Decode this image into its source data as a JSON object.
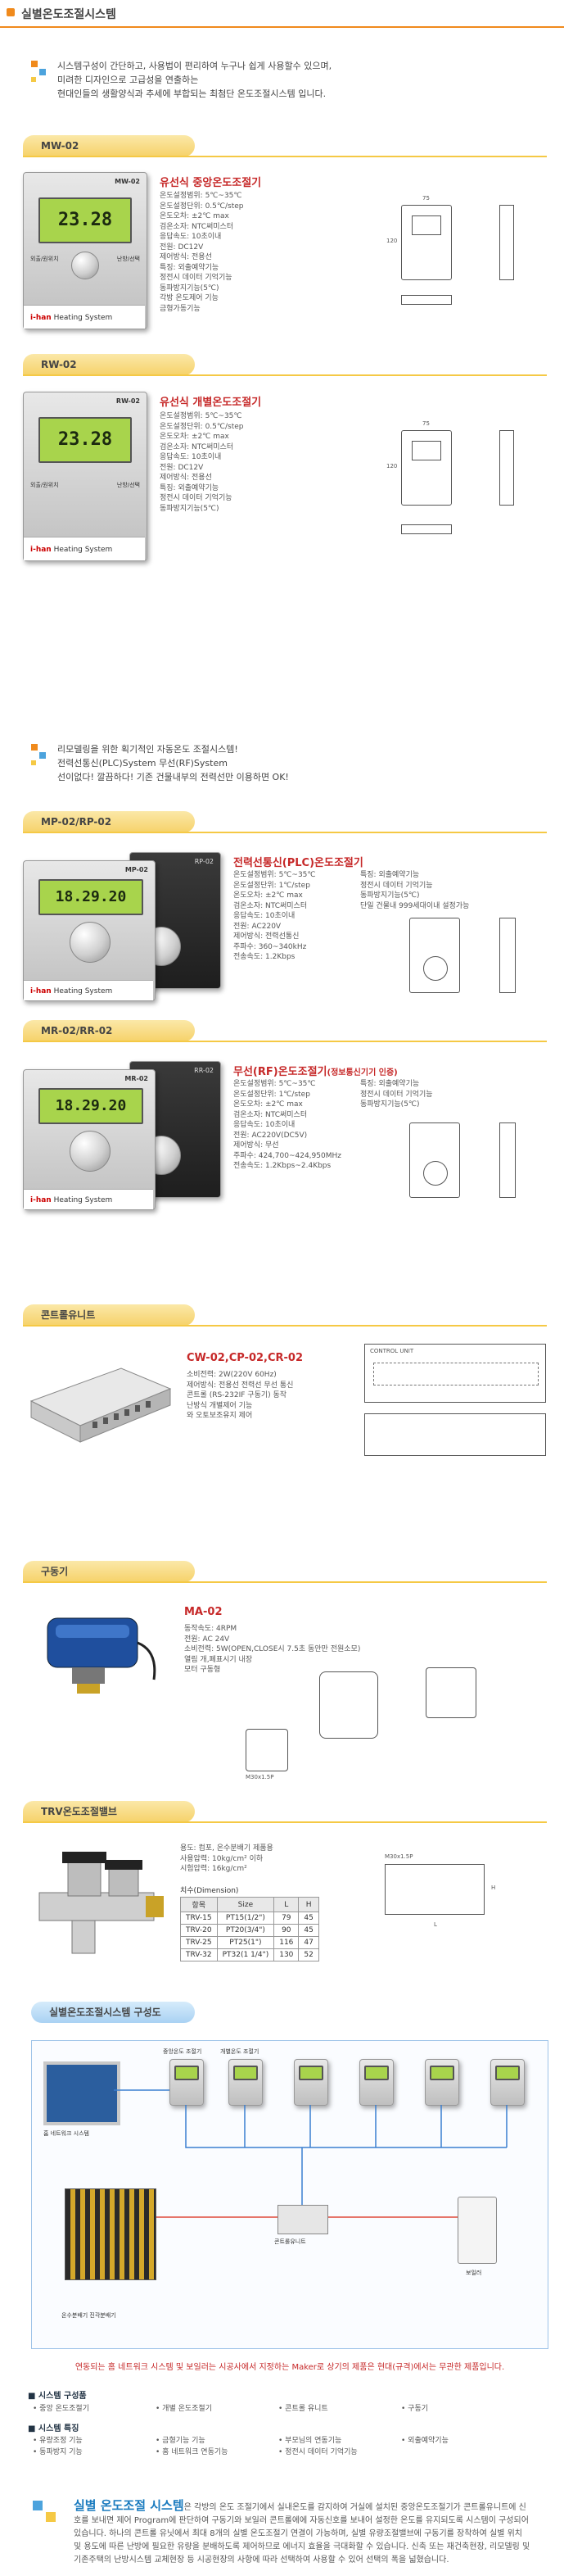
{
  "page": {
    "title": "실별온도조절시스템"
  },
  "intro": {
    "lines": [
      "시스템구성이 간단하고, 사용법이 편리하여 누구나 쉽게 사용할수 있으며,",
      "미려한 디자인으로 고급성을 연출하는",
      "현대인들의 생활양식과 추세에 부합되는 최첨단 온도조절시스템 입니다."
    ]
  },
  "mw": {
    "section": "MW-02",
    "title": "유선식 중앙온도조절기",
    "spec": "온도설정범위: 5℃~35℃\n온도설정단위: 0.5℃/step\n온도오차: ±2℃ max\n검온소자: NTC써미스터\n응답속도: 10초이내\n전원: DC12V\n제어방식: 전용선\n특징: 외출예약기능\n   정전시 데이터 기억기능\n   동파방지기능(5℃)\n   각방 온도제어 기능\n   금형가동기능",
    "model_label": "MW-02",
    "lcd": "23.28",
    "btn1": "외출/원위치",
    "btn2": "난방/선택",
    "dim_w": "75",
    "dim_h": "120"
  },
  "rw": {
    "section": "RW-02",
    "title": "유선식 개별온도조절기",
    "spec": "온도설정범위: 5℃~35℃\n온도설정단위: 0.5℃/step\n온도오차: ±2℃ max\n검온소자: NTC써미스터\n응답속도: 10초이내\n전원: DC12V\n제어방식: 전용선\n특징: 외출예약기능\n   정전시 데이터 기억기능\n   동파방지기능(5℃)",
    "model_label": "RW-02",
    "lcd": "23.28",
    "btn1": "외출/원위치",
    "btn2": "난방/선택",
    "dim_w": "75",
    "dim_h": "120"
  },
  "brand": {
    "logo": "i-han",
    "name": "Heating System"
  },
  "lead": {
    "lines": [
      "리모델링을 위한 획기적인 자동온도 조절시스템!",
      "전력선통신(PLC)System  무선(RF)System",
      "선이없다! 깔끔하다! 기존 건물내부의 전력선만 이용하면 OK!"
    ]
  },
  "mp": {
    "section": "MP-02/RP-02",
    "title": "전력선통신(PLC)온도조절기",
    "spec": "온도설정범위: 5℃~35℃\n온도설정단위: 1℃/step\n온도오차: ±2℃ max\n검온소자: NTC써미스터\n응답속도: 10초이내\n전원: AC220V\n제어방식: 전력선통신\n주파수: 360~340kHz\n전송속도: 1.2Kbps",
    "features": "특징: 외출예약기능\n   정전시 데이터 기억기능\n   동파방지기능(5℃)\n   단일 건물내 999세대이내 설정가능",
    "label_a": "MP-02",
    "label_b": "RP-02",
    "lcd": "18.29.20"
  },
  "mr": {
    "section": "MR-02/RR-02",
    "title": "무선(RF)온도조절기",
    "title_sub": "(정보통신기기 인증)",
    "spec": "온도설정범위: 5℃~35℃\n온도설정단위: 1℃/step\n온도오차: ±2℃ max\n검온소자: NTC써미스터\n응답속도: 10초이내\n전원: AC220V(DC5V)\n제어방식: 무선\n주파수: 424,700~424,950MHz\n전송속도: 1.2Kbps~2.4Kbps",
    "features": "특징: 외출예약기능\n   정전시 데이터 기억기능\n   동파방지기능(5℃)",
    "label_a": "MR-02",
    "label_b": "RR-02",
    "lcd": "18.29.20"
  },
  "control": {
    "section": "콘트롤유니트",
    "title": "CW-02,CP-02,CR-02",
    "spec": "소비전력: 2W(220V 60Hz)\n제어방식: 전용선 전력선 무선 통신\n콘트롤 (RS-232IF 구동기) 동작\n난방식 개별제어 기능\n와 오토보조유지 제어",
    "drawing_label": "CONTROL UNIT"
  },
  "actuator": {
    "section": "구동기",
    "title": "MA-02",
    "spec": "동작속도: 4RPM\n전원: AC 24V\n소비전력: 5W(OPEN,CLOSE시 7.5초 동안만 전원소모)\n열림 개,폐표시기 내장\n모터 구동형",
    "dim": "M30x1.5P"
  },
  "trv": {
    "section": "TRV온도조절밸브",
    "spec": "용도: 컴포, 온수분배기 제품용\n사용압력: 10kg/cm² 이하\n시험압력: 16kg/cm²",
    "dim_title": "치수(Dimension)",
    "headers": [
      "항목",
      "Size",
      "L",
      "H"
    ],
    "rows": [
      [
        "TRV-15",
        "PT15(1/2\")",
        "79",
        "45"
      ],
      [
        "TRV-20",
        "PT20(3/4\")",
        "90",
        "45"
      ],
      [
        "TRV-25",
        "PT25(1\")",
        "116",
        "47"
      ],
      [
        "TRV-32",
        "PT32(1 1/4\")",
        "130",
        "52"
      ]
    ],
    "dim_m": "M30x1.5P",
    "dim_l": "L",
    "dim_h": "H"
  },
  "system": {
    "section": "실별온도조절시스템 구성도",
    "lbl_main": "중앙온도 조절기",
    "lbl_room": "개별온도 조절기",
    "lbl_panel": "홈 네트워크 시스템",
    "lbl_control": "콘트롤유니트",
    "lbl_boiler": "보일러",
    "lbl_manifold": "온수분배기 진각분배기",
    "note": "연동되는 홈 네트워크 시스템 및 보일러는 시공사에서 지정하는 Maker로 상기의 제품은 현대(규격)에서는 무관한 제품입니다."
  },
  "components": {
    "title": "■ 시스템 구성품",
    "items": [
      "• 중앙 온도조절기",
      "• 개별 온도조절기",
      "• 콘트롤 유니트",
      "• 구동기"
    ]
  },
  "features": {
    "title": "■ 시스템 특징",
    "items": [
      "• 유량조정 기능",
      "• 금형기능 기능",
      "• 부모님의 연동기능",
      "• 외출예약기능",
      "• 동파방지 기능",
      "• 홈 네트워크 연동기능",
      "• 정전시 데이터 기억기능"
    ]
  },
  "summary": {
    "highlight": "실별 온도조절 시스템",
    "text": "은 각방의 온도 조절기에서 실내온도를 감지하여 거실에 설치된 중앙온도조절기가 콘트롤유니트에 신호를 보내면 제어 Program에 판단하여 구동기와 보일러 콘트롤에에 자동신호를 보내어 설정한 온도를 유지되도록 시스템이 구성되어 있습니다. 하나의 콘트롤 유닛에서 최대 8개의 실별 온도조절기 연결이 가능하며, 실별 유량조절밸브에 구동기를 장착하여 실별 위치 및 용도에 따른 난방에 필요한 유량을 분배하도록 제어하므로 에너지 효율을 극대화할 수 있습니다. 신축 또는 재건축현장, 리모델링 및 기존주택의 난방시스템 교체현장 등 시공현장의 사항에 따라 선택하여 사용할 수 있어 선택의 폭을 넓혔습니다."
  }
}
